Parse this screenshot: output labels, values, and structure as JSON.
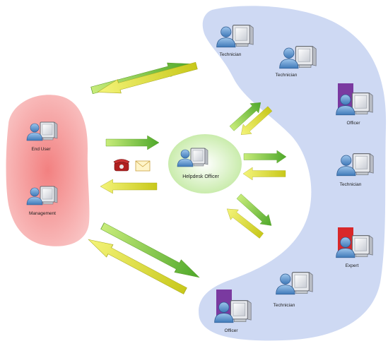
{
  "nodes": {
    "end_user": "End User",
    "management": "Management",
    "helpdesk": "Helpdesk Officer",
    "tech1": "Technician",
    "tech2": "Technician",
    "officer1": "Officer",
    "tech3": "Technician",
    "expert": "Expert",
    "tech4": "Technician",
    "officer2": "Officer"
  },
  "icons": {
    "phone": "telephone-icon",
    "mail": "envelope-icon"
  },
  "colors": {
    "user_zone": "#f4a6a6",
    "helpdesk_zone": "#d4f0b8",
    "support_zone": "#c9d5f2",
    "arrow_out": "#7cc23a",
    "arrow_back": "#d9d92a",
    "officer_frame": "#7a3aa0",
    "expert_frame": "#d8282a"
  }
}
